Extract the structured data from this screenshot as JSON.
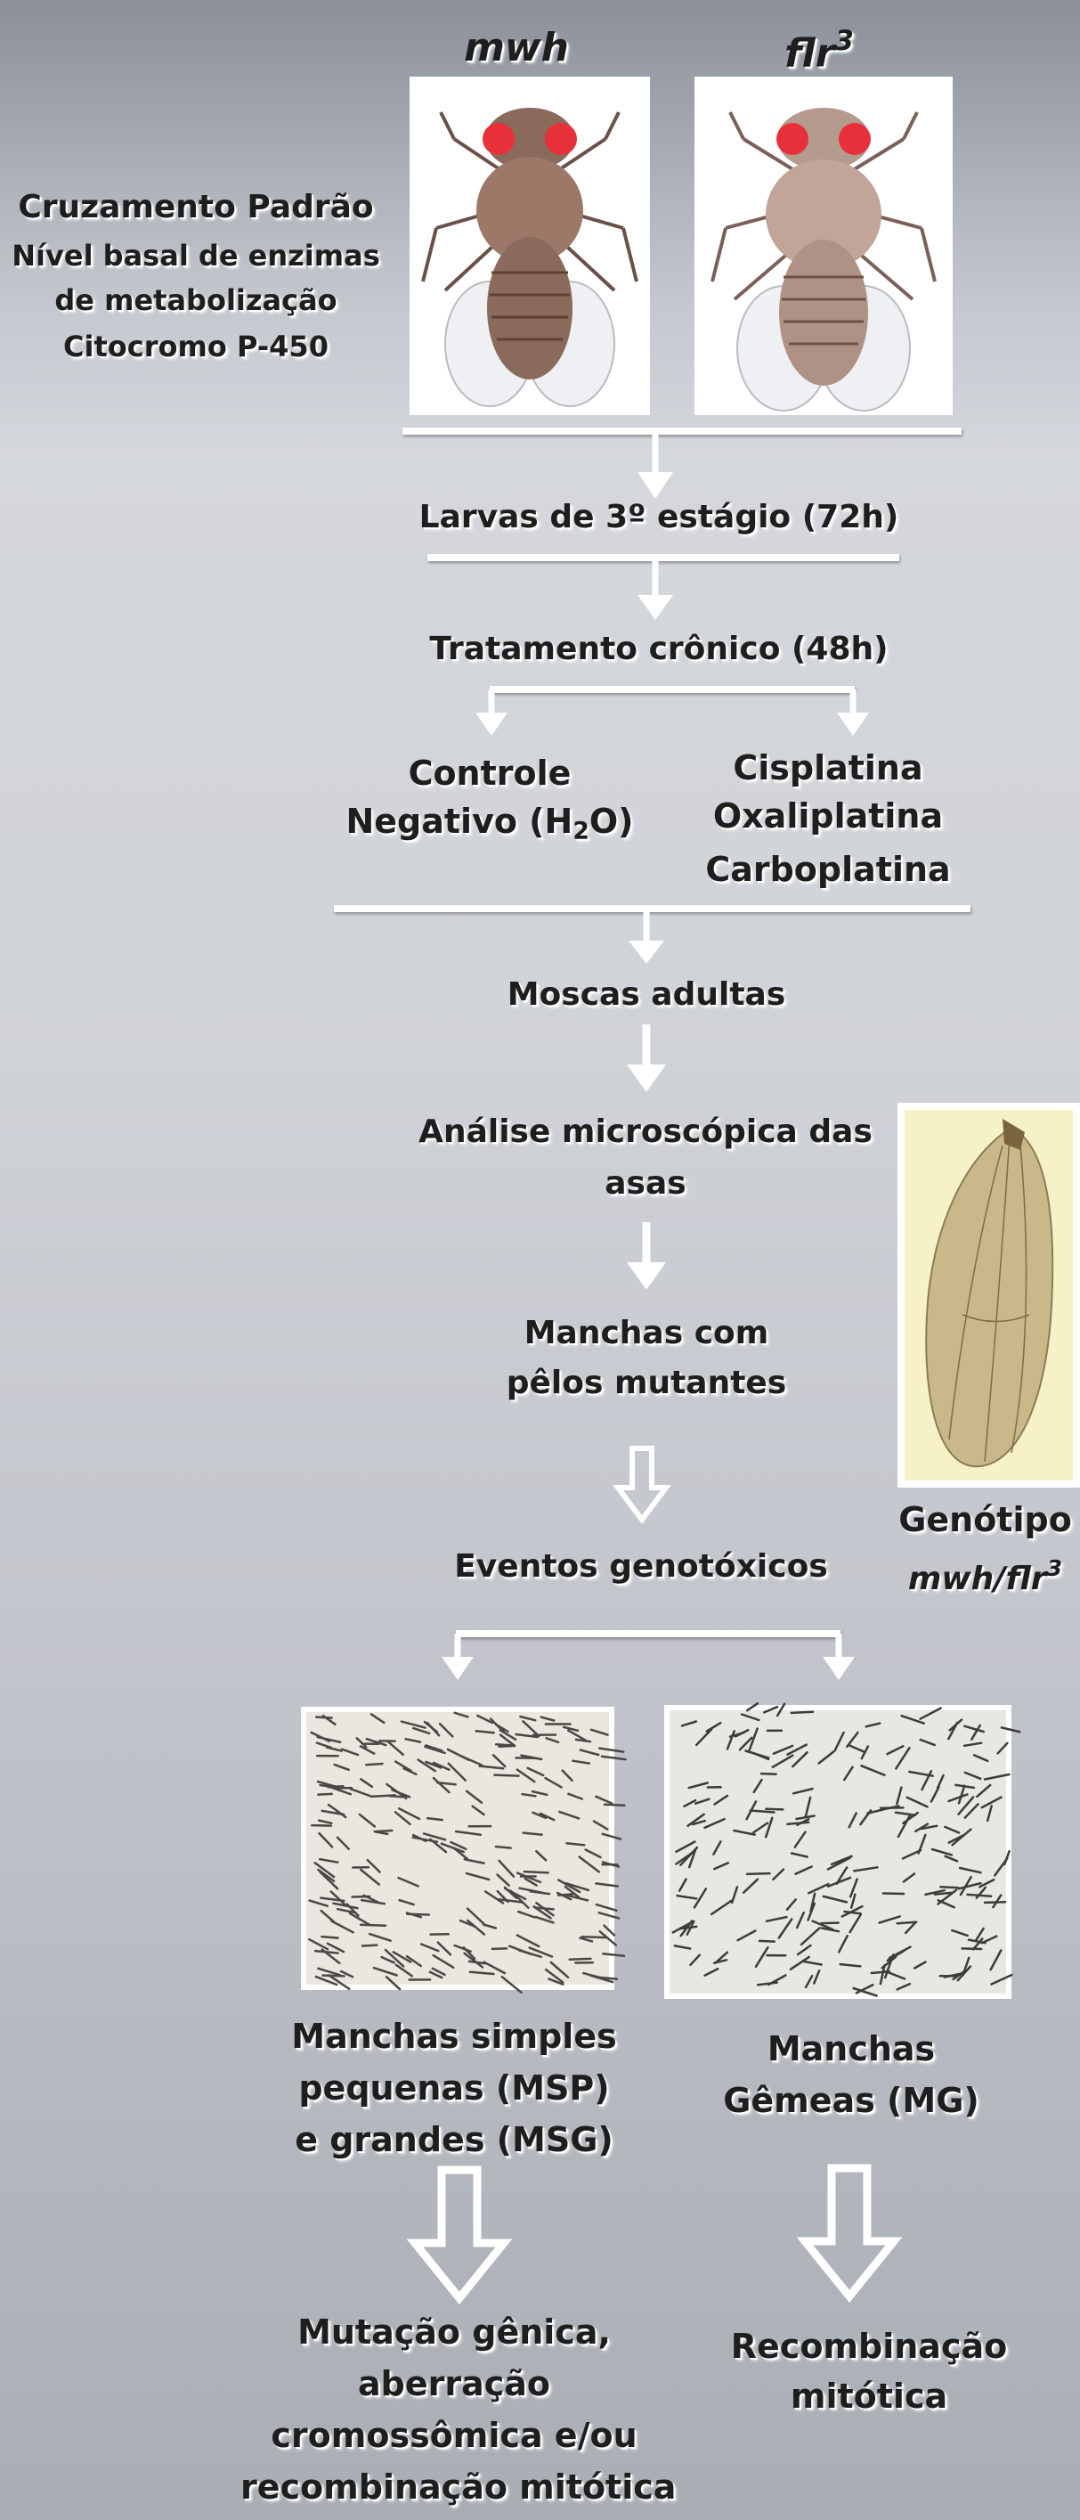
{
  "parents": {
    "left_label": "mwh",
    "right_label": "flr",
    "right_sup": "3"
  },
  "cross_info": {
    "line1": "Cruzamento Padrão",
    "line2": "Nível basal de enzimas",
    "line3": "de metabolização",
    "line4": "Citocromo P-450"
  },
  "flow": {
    "larvae": "Larvas de 3º estágio (72h)",
    "treatment": "Tratamento crônico (48h)",
    "control_line1": "Controle",
    "control_line2_pre": "Negativo (H",
    "control_sub": "2",
    "control_line2_post": "O)",
    "drug1": "Cisplatina",
    "drug2": "Oxaliplatina",
    "drug3": "Carboplatina",
    "adults": "Moscas adultas",
    "analysis_line1": "Análise microscópica das",
    "analysis_line2": "asas",
    "spots_line1": "Manchas com",
    "spots_line2": "pêlos mutantes",
    "events": "Eventos genotóxicos"
  },
  "genotype": {
    "title": "Genótipo",
    "value": "mwh/flr",
    "sup": "3"
  },
  "outcomes": {
    "single_line1": "Manchas simples",
    "single_line2": "pequenas (MSP)",
    "single_line3": "e grandes (MSG)",
    "twin_line1": "Manchas",
    "twin_line2": "Gêmeas  (MG)",
    "result_left_line1": "Mutação gênica,",
    "result_left_line2": "aberração",
    "result_left_line3": "cromossômica e/ou",
    "result_left_line4": "recombinação mitótica",
    "result_right_line1": "Recombinação",
    "result_right_line2": "mitótica"
  },
  "colors": {
    "wing_fill": "#c9b98a",
    "fly_body": "#8a6a5a",
    "fly_eye": "#e8303a"
  }
}
